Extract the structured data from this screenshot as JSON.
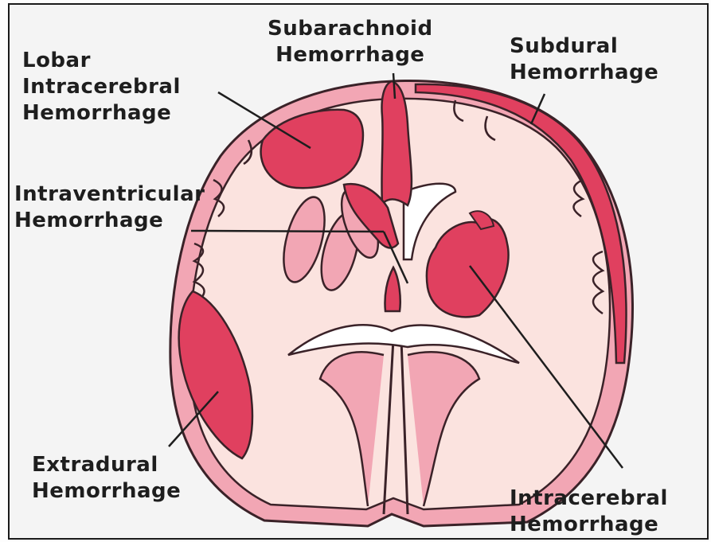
{
  "labels": {
    "subarachnoid": [
      "Subarachnoid",
      "Hemorrhage"
    ],
    "subdural": [
      "Subdural",
      "Hemorrhage"
    ],
    "lobar": [
      "Lobar",
      "Intracerebral",
      "Hemorrhage"
    ],
    "intraventricular": [
      "Intraventricular",
      "Hemorrhage"
    ],
    "extradural": [
      "Extradural",
      "Hemorrhage"
    ],
    "intracerebral": [
      "Intracerebral",
      "Hemorrhage"
    ]
  },
  "colors": {
    "tissue": "#fbe3df",
    "cortex": "#f2a6b4",
    "hemorrhage": "#e0405f",
    "outline": "#3a2228",
    "leader_line": "#1e1e1e",
    "background": "#f4f4f4"
  }
}
